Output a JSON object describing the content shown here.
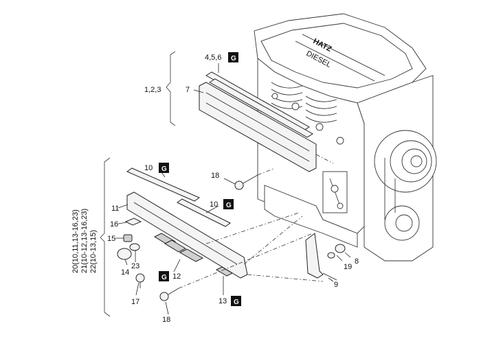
{
  "labels": {
    "l_456": "4,5,6",
    "l_123": "1,2,3",
    "l_7": "7",
    "l_10a": "10",
    "l_10b": "10",
    "l_18a": "18",
    "l_18b": "18",
    "l_11": "11",
    "l_16": "16",
    "l_15": "15",
    "l_14": "14",
    "l_23": "23",
    "l_17": "17",
    "l_12": "12",
    "l_13": "13",
    "l_19": "19",
    "l_8": "8",
    "l_9": "9",
    "l_brand": "HATZ",
    "l_brand2": "DIESEL"
  },
  "group_refs": {
    "g20": "20(10,11,13-16,23)",
    "g21": "21(10-12,13-16,23)",
    "g22": "22(10-13,15)"
  },
  "marker": {
    "text": "G",
    "fill": "#111111"
  }
}
